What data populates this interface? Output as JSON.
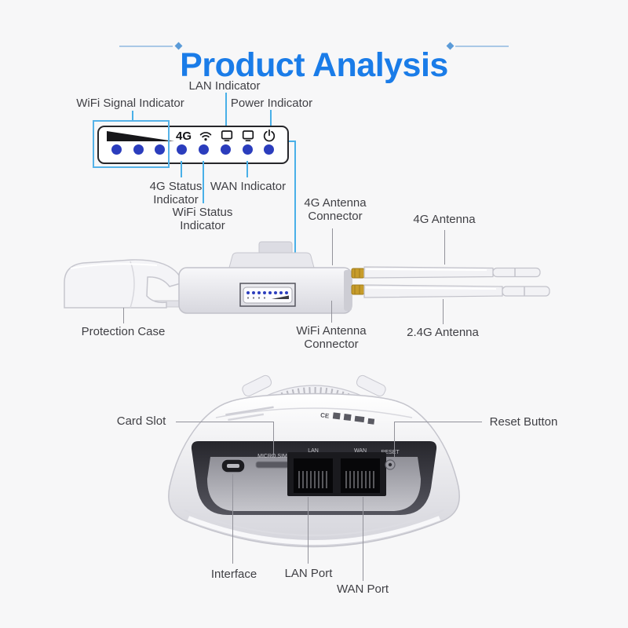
{
  "title": {
    "text": "Product Analysis"
  },
  "panel": {
    "signal_label": "4G",
    "callouts": {
      "wifi_signal": "WiFi Signal Indicator",
      "lan": "LAN Indicator",
      "power": "Power Indicator",
      "g4_line1": "4G Status",
      "g4_line2": "Indicator",
      "wifi_line1": "WiFi Status",
      "wifi_line2": "Indicator",
      "wan": "WAN Indicator"
    }
  },
  "side": {
    "protection_case": "Protection Case",
    "ant4g_conn_line1": "4G Antenna",
    "ant4g_conn_line2": "Connector",
    "ant4g": "4G Antenna",
    "wifi_conn_line1": "WiFi Antenna",
    "wifi_conn_line2": "Connector",
    "ant24g": "2.4G Antenna"
  },
  "bottom": {
    "card_slot": "Card Slot",
    "reset_button": "Reset Button",
    "interface": "Interface",
    "lan_port": "LAN Port",
    "wan_port": "WAN Port",
    "engravings": {
      "sim": "MICRO SIM",
      "lan": "LAN",
      "wan": "WAN",
      "reset": "RESET",
      "cert": "CE"
    }
  },
  "colors": {
    "accent_blue": "#1a7ce8",
    "callout_blue": "#49b0e8",
    "led_blue": "#2b3dbd"
  }
}
